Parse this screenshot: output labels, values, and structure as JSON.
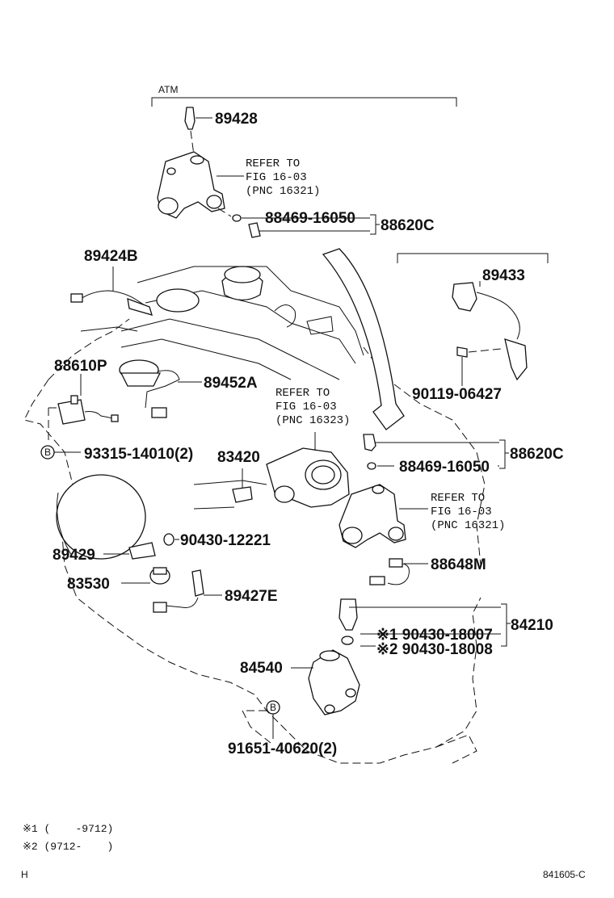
{
  "bracket_labels": {
    "atm": "ATM"
  },
  "refs": [
    {
      "id": "ref1",
      "lines": [
        "REFER TO",
        "FIG 16-03",
        "(PNC 16321)"
      ]
    },
    {
      "id": "ref2",
      "lines": [
        "REFER TO",
        "FIG 16-03",
        "(PNC 16323)"
      ]
    },
    {
      "id": "ref3",
      "lines": [
        "REFER TO",
        "FIG 16-03",
        "(PNC 16321)"
      ]
    }
  ],
  "parts": {
    "p89428": "89428",
    "p88469_top": "88469-16050",
    "p88620c_top": "88620C",
    "p89424b": "89424B",
    "p89433": "89433",
    "p88610p": "88610P",
    "p89452a": "89452A",
    "p90119": "90119-06427",
    "p93315": "93315-14010(2)",
    "p83420": "83420",
    "p88620c_mid": "88620C",
    "p88469_mid": "88469-16050",
    "p90430_12221": "90430-12221",
    "p89429": "89429",
    "p88648m": "88648M",
    "p83530": "83530",
    "p89427e": "89427E",
    "p84210": "84210",
    "p90430_18007": "※1 90430-18007",
    "p90430_18008": "※2 90430-18008",
    "p84540": "84540",
    "p91651": "91651-40620(2)"
  },
  "markers": {
    "b1": "B",
    "b2": "B"
  },
  "footnotes": [
    "※1 (    -9712)",
    "※2 (9712-    )"
  ],
  "footer": {
    "left": "H",
    "right": "841605-C"
  }
}
